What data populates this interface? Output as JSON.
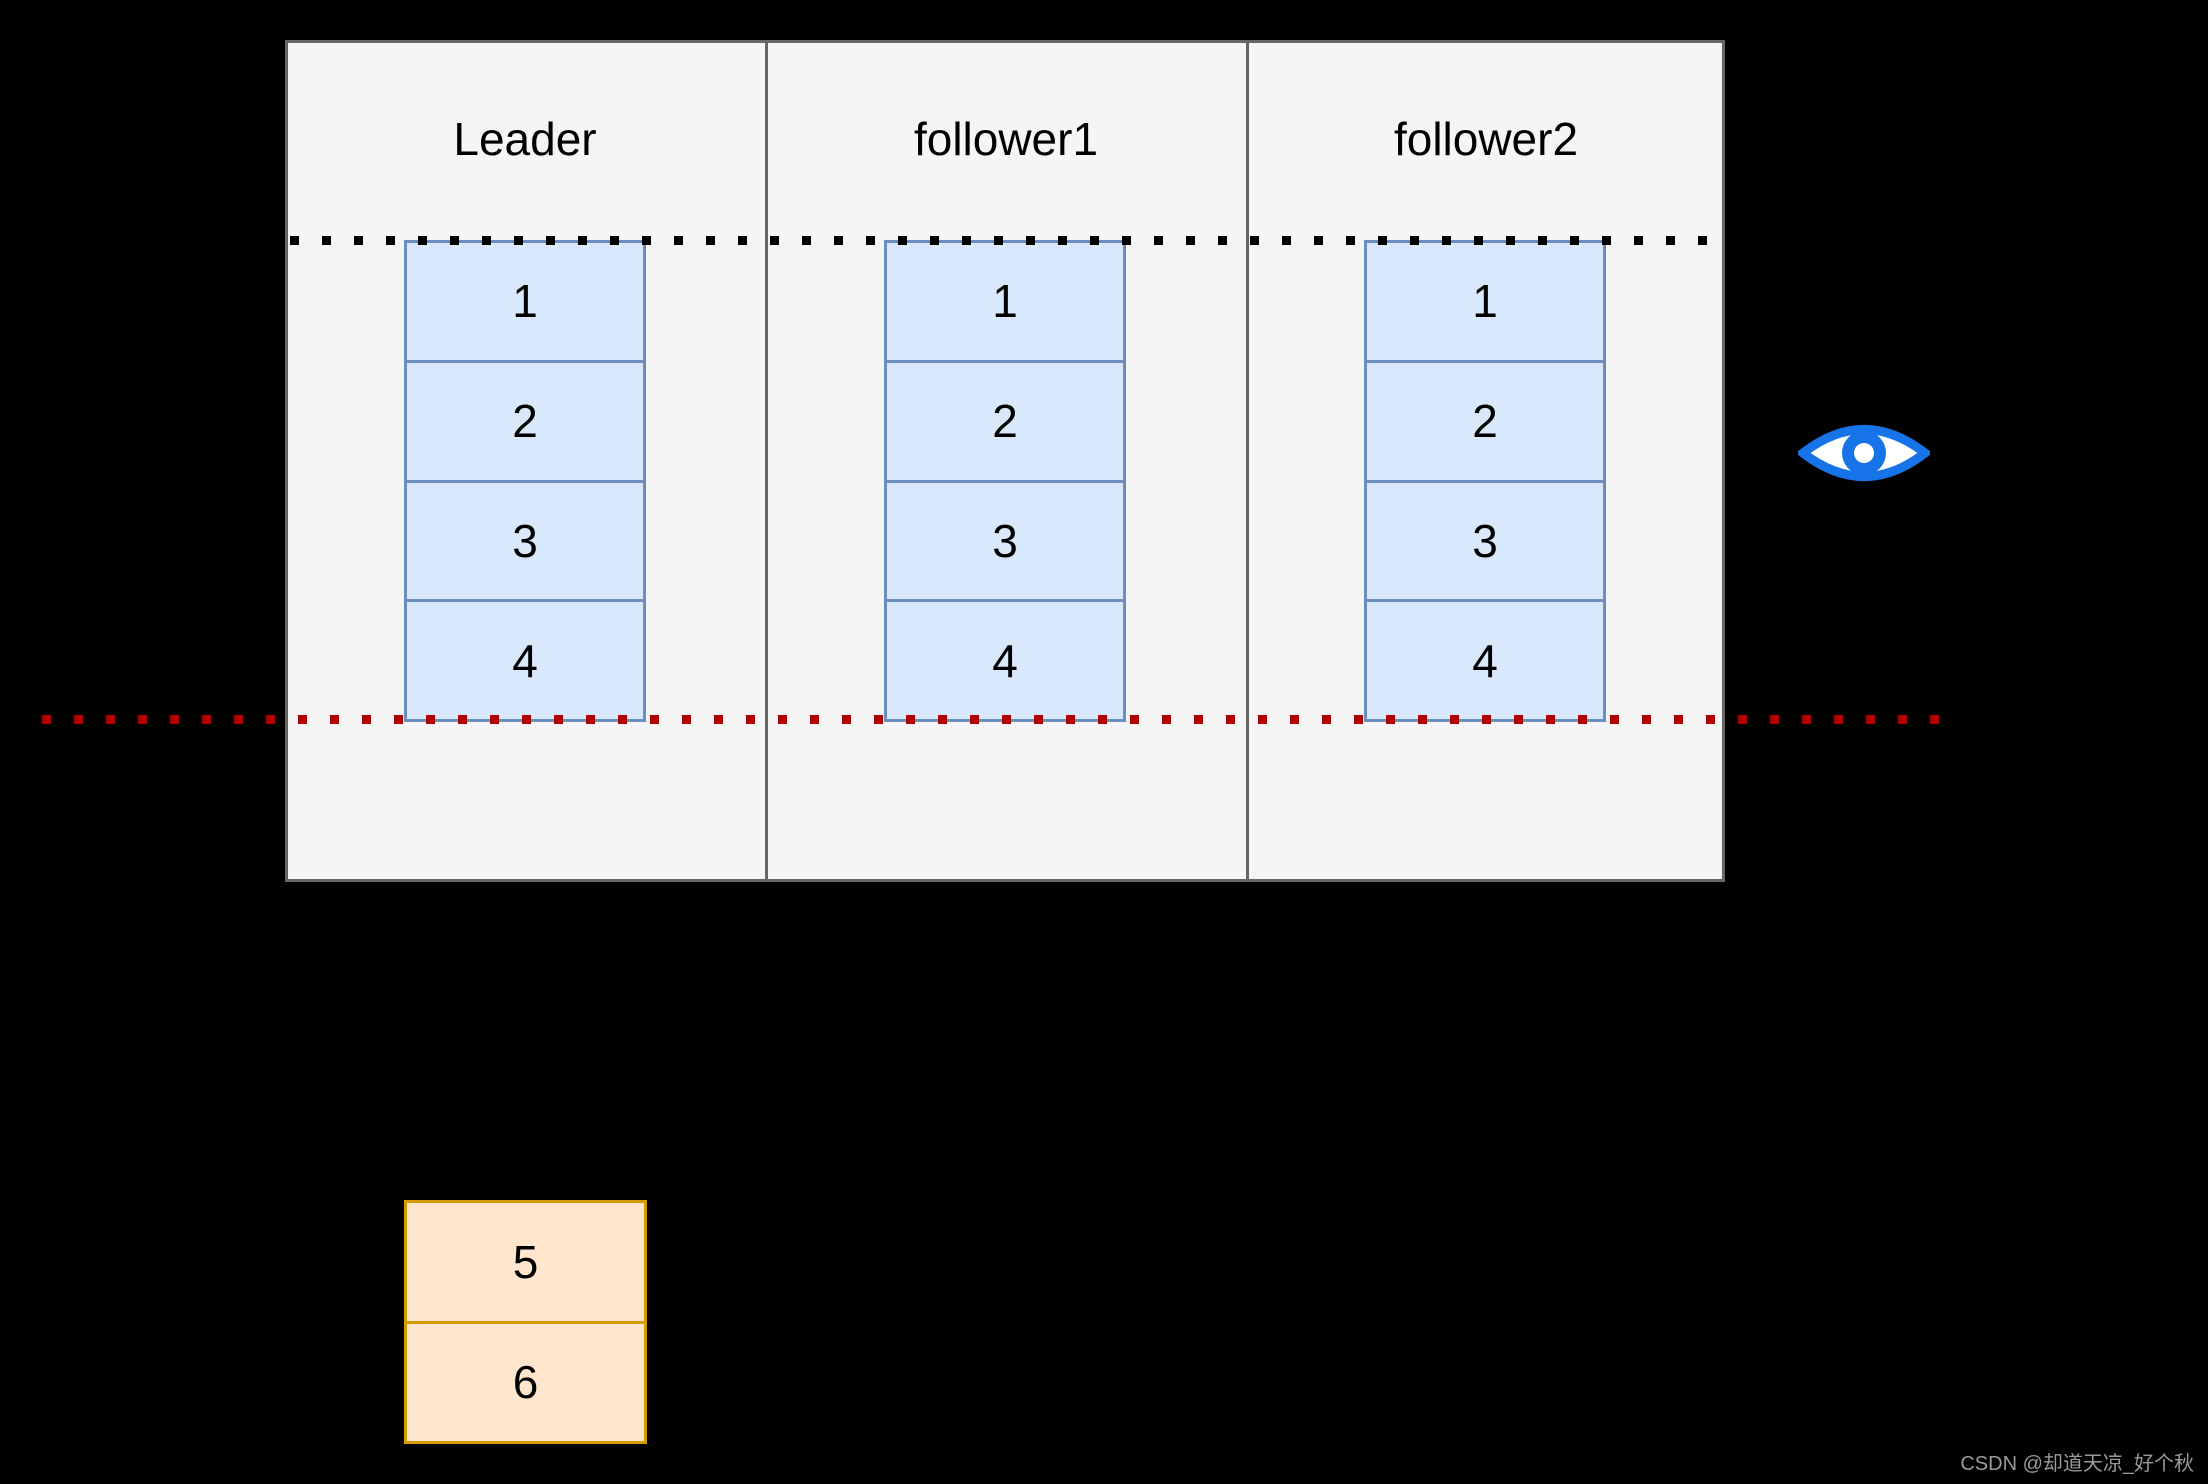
{
  "partitions": [
    {
      "title": "Leader",
      "blocks": [
        "1",
        "2",
        "3",
        "4"
      ]
    },
    {
      "title": "follower1",
      "blocks": [
        "1",
        "2",
        "3",
        "4"
      ]
    },
    {
      "title": "follower2",
      "blocks": [
        "1",
        "2",
        "3",
        "4"
      ]
    }
  ],
  "pending_blocks": [
    "5",
    "6"
  ],
  "colors": {
    "background": "#000000",
    "panel_fill": "#f5f5f5",
    "panel_border": "#666666",
    "replica_fill": "#dae8fc",
    "replica_border": "#6c8ebf",
    "pending_fill": "#ffe6cc",
    "pending_border": "#d79b00",
    "dotted_black": "#000000",
    "dotted_red": "#b00000",
    "eye": "#1673e8",
    "watermark": "#9a9a9a"
  },
  "watermark_text": "CSDN @却道天凉_好个秋"
}
